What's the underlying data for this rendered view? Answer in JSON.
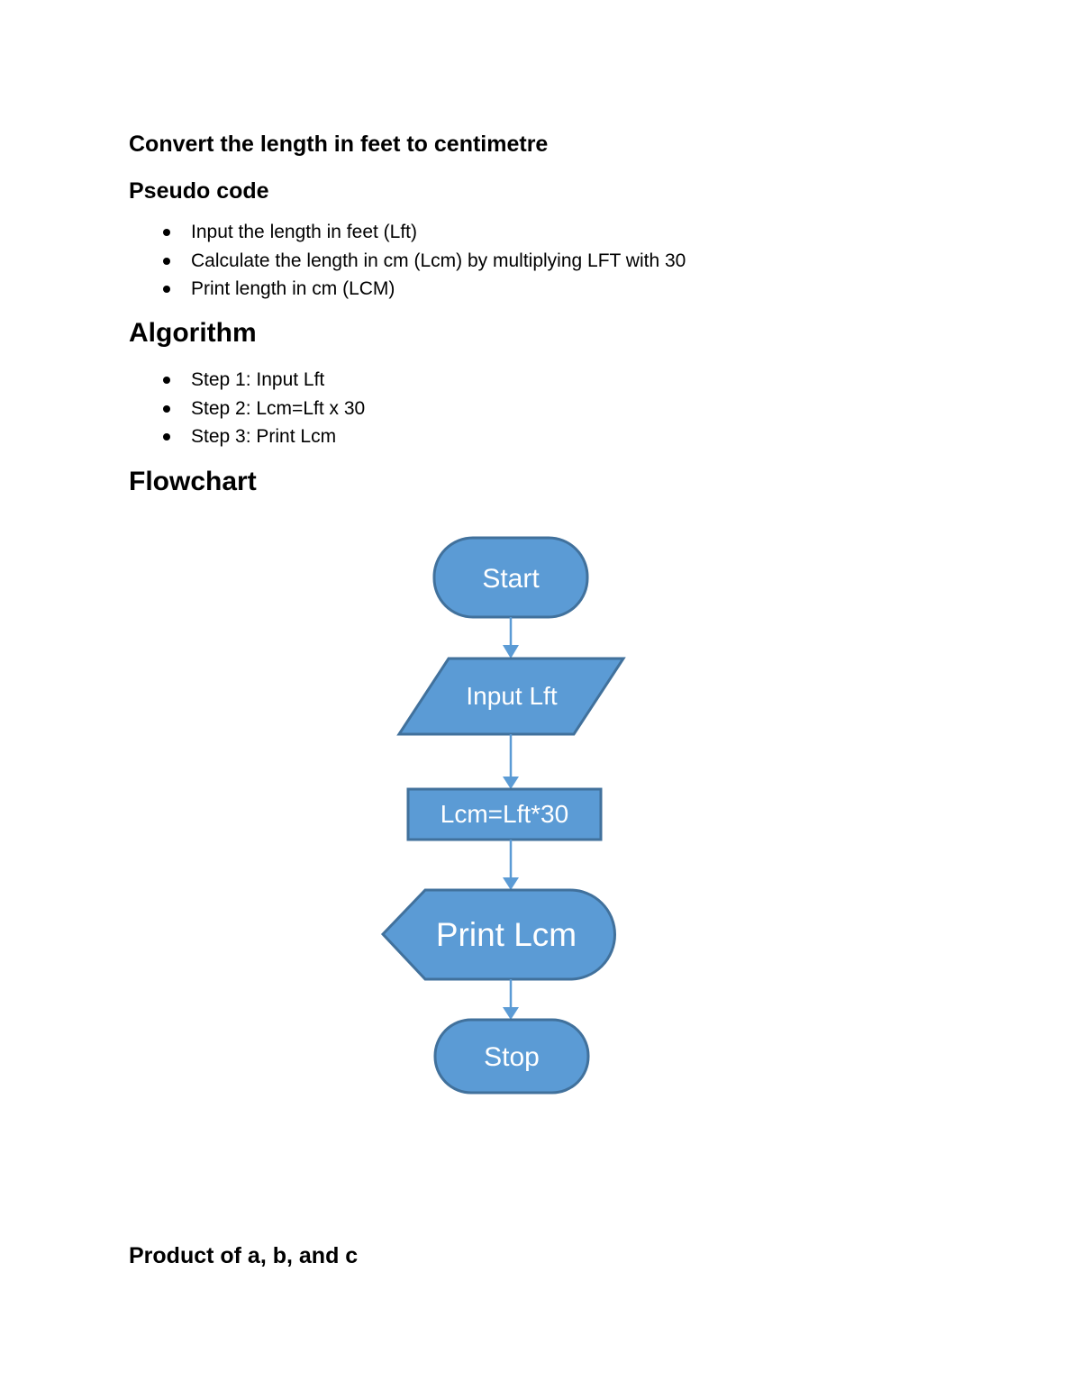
{
  "doc": {
    "title": "Convert the length in feet to centimetre",
    "pseudo": {
      "heading": "Pseudo code",
      "bullets": [
        "Input the length in feet (Lft)",
        "Calculate the length in cm (Lcm) by multiplying LFT with 30",
        "Print length in cm (LCM)"
      ]
    },
    "algorithm": {
      "heading": "Algorithm",
      "bullets": [
        "Step 1: Input Lft",
        "Step 2: Lcm=Lft x 30",
        "Step 3: Print Lcm"
      ]
    },
    "flowchart_heading": "Flowchart",
    "product_heading": "Product of a, b, and c"
  },
  "flowchart": {
    "colors": {
      "shape_fill": "#5b9bd5",
      "shape_border": "#41719c",
      "arrow": "#5b9bd5",
      "label_text": "#ffffff"
    },
    "nodes": [
      {
        "id": "start",
        "type": "terminator",
        "label": "Start"
      },
      {
        "id": "input",
        "type": "parallelogram",
        "label": "Input Lft"
      },
      {
        "id": "process",
        "type": "rectangle",
        "label": "Lcm=Lft*30"
      },
      {
        "id": "output",
        "type": "display",
        "label": "Print Lcm"
      },
      {
        "id": "stop",
        "type": "terminator",
        "label": "Stop"
      }
    ]
  }
}
